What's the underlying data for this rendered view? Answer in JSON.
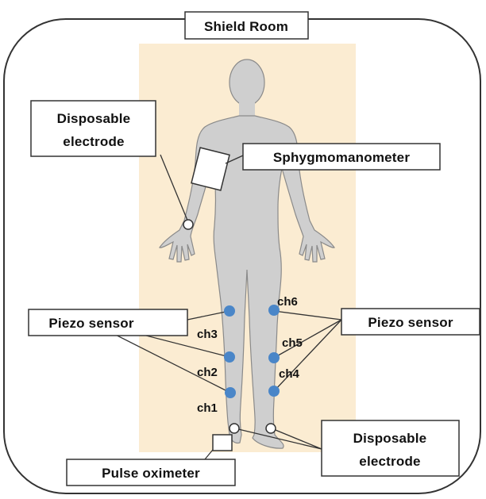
{
  "room": {
    "title": "Shield Room"
  },
  "labels": {
    "disposable_electrode_arm": [
      "Disposable",
      "electrode"
    ],
    "sphygmomanometer": "Sphygmomanometer",
    "piezo_left": "Piezo sensor",
    "piezo_right": "Piezo sensor",
    "pulse_oximeter": "Pulse oximeter",
    "disposable_electrode_ankle": [
      "Disposable",
      "electrode"
    ]
  },
  "channels": {
    "ch1": "ch1",
    "ch2": "ch2",
    "ch3": "ch3",
    "ch4": "ch4",
    "ch5": "ch5",
    "ch6": "ch6"
  },
  "colors": {
    "backdrop": "#fbecd2",
    "body": "#cfcfcf",
    "body_outline": "#8a8a8a",
    "sensor": "#4a86c8",
    "line": "#333333"
  }
}
